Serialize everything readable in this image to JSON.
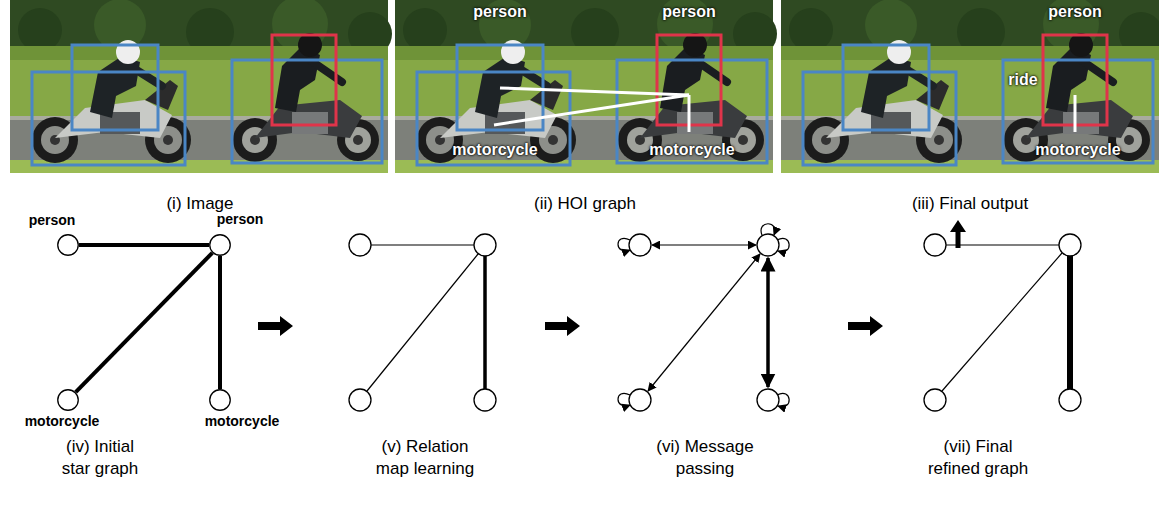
{
  "diagram": {
    "nodes": [
      {
        "text": [
          "person"
        ]
      },
      {
        "text": [
          "person"
        ]
      },
      {
        "text": [
          "motorcycle"
        ]
      },
      {
        "text": [
          "motorcycle"
        ]
      }
    ],
    "edges": [
      {
        "from": 1,
        "to": 0,
        "arrow": "none"
      },
      {
        "from": 1,
        "to": 2,
        "arrow": "none"
      },
      {
        "from": 1,
        "to": 3,
        "arrow": "none"
      }
    ],
    "labels": [
      "person",
      "person",
      "motorcycle",
      "motorcycle",
      "person",
      "ride",
      "motorcycle",
      "(i) Image",
      "(ii) HOI graph",
      "(iii) Final output",
      "(iv) Initial star graph",
      "(v) Relation map learning",
      "(vi) Message passing",
      "(vii) Final refined graph"
    ]
  }
}
